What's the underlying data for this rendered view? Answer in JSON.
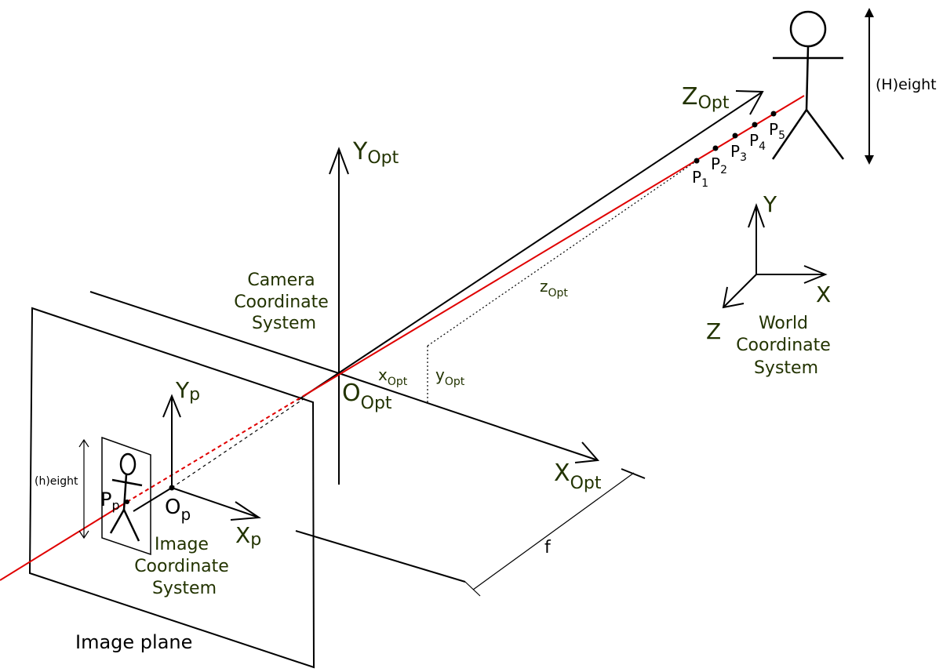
{
  "camera_axes": {
    "y_main": "Y",
    "y_sub": "Opt",
    "z_main": "Z",
    "z_sub": "Opt",
    "x_main": "X",
    "x_sub": "Opt",
    "origin_main": "O",
    "origin_sub": "Opt"
  },
  "camera_system_label": [
    "Camera",
    "Coordinate",
    "System"
  ],
  "offsets": {
    "x_main": "x",
    "x_sub": "Opt",
    "y_main": "y",
    "y_sub": "Opt",
    "z_main": "z",
    "z_sub": "Opt"
  },
  "image_axes": {
    "y_main": "Y",
    "y_sub": "p",
    "x_main": "X",
    "x_sub": "p",
    "origin_main": "O",
    "origin_sub": "p"
  },
  "image_point": {
    "main": "P",
    "sub": "p"
  },
  "image_system_label": [
    "Image",
    "Coordinate",
    "System"
  ],
  "image_plane_label": "Image plane",
  "image_height_label": "(h)eight",
  "focal_label": "f",
  "world_axes": {
    "x": "X",
    "y": "Y",
    "z": "Z"
  },
  "world_system_label": [
    "World",
    "Coordinate",
    "System"
  ],
  "world_height_label": "(H)eight",
  "points": [
    {
      "main": "P",
      "sub": "1"
    },
    {
      "main": "P",
      "sub": "2"
    },
    {
      "main": "P",
      "sub": "3"
    },
    {
      "main": "P",
      "sub": "4"
    },
    {
      "main": "P",
      "sub": "5"
    }
  ],
  "colors": {
    "ray": "#e00000",
    "label": "#223300",
    "line": "#000000"
  }
}
